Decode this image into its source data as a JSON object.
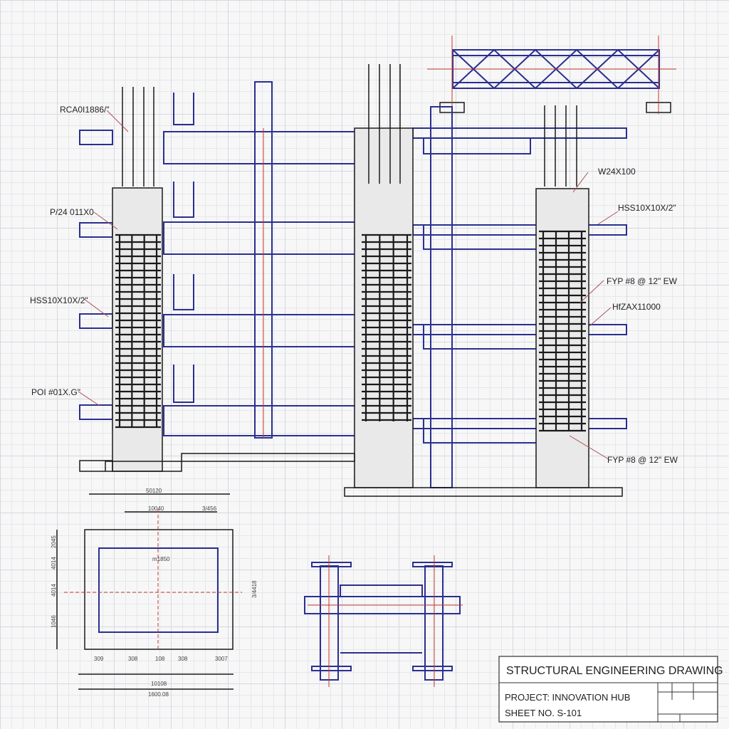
{
  "drawing": {
    "callouts_left": [
      "RCA0I1886/\"",
      "P/24 011X0",
      "HSS10X10X/2\"",
      "POI #01X.G\""
    ],
    "callouts_right": [
      "W24X100",
      "HSS10X10X/2\"",
      "FYP #8 @ 12\" EW",
      "HfZAX11000",
      "FYP #8 @ 12\" EW"
    ],
    "plan_dimensions": {
      "top_overall": "50120",
      "top_left": "10040",
      "top_right": "3/456",
      "inner": "m1850",
      "bottom_segments": [
        "309",
        "308",
        "108",
        "308",
        "3007"
      ],
      "bottom_overall": "10108",
      "bottom_total": "1600.08",
      "left_side": [
        "2045",
        "4014",
        "4014",
        "1046"
      ],
      "right_side": "3/4418"
    }
  },
  "title_block": {
    "title": "STRUCTURAL ENGINEERING DRAWING",
    "project": "PROJECT: INNOVATION HUB",
    "sheet": "SHEET NO. S-101"
  },
  "colors": {
    "steel": "#2a2f8f",
    "concrete": "#e9e9ea",
    "annotation": "#c0392b"
  }
}
